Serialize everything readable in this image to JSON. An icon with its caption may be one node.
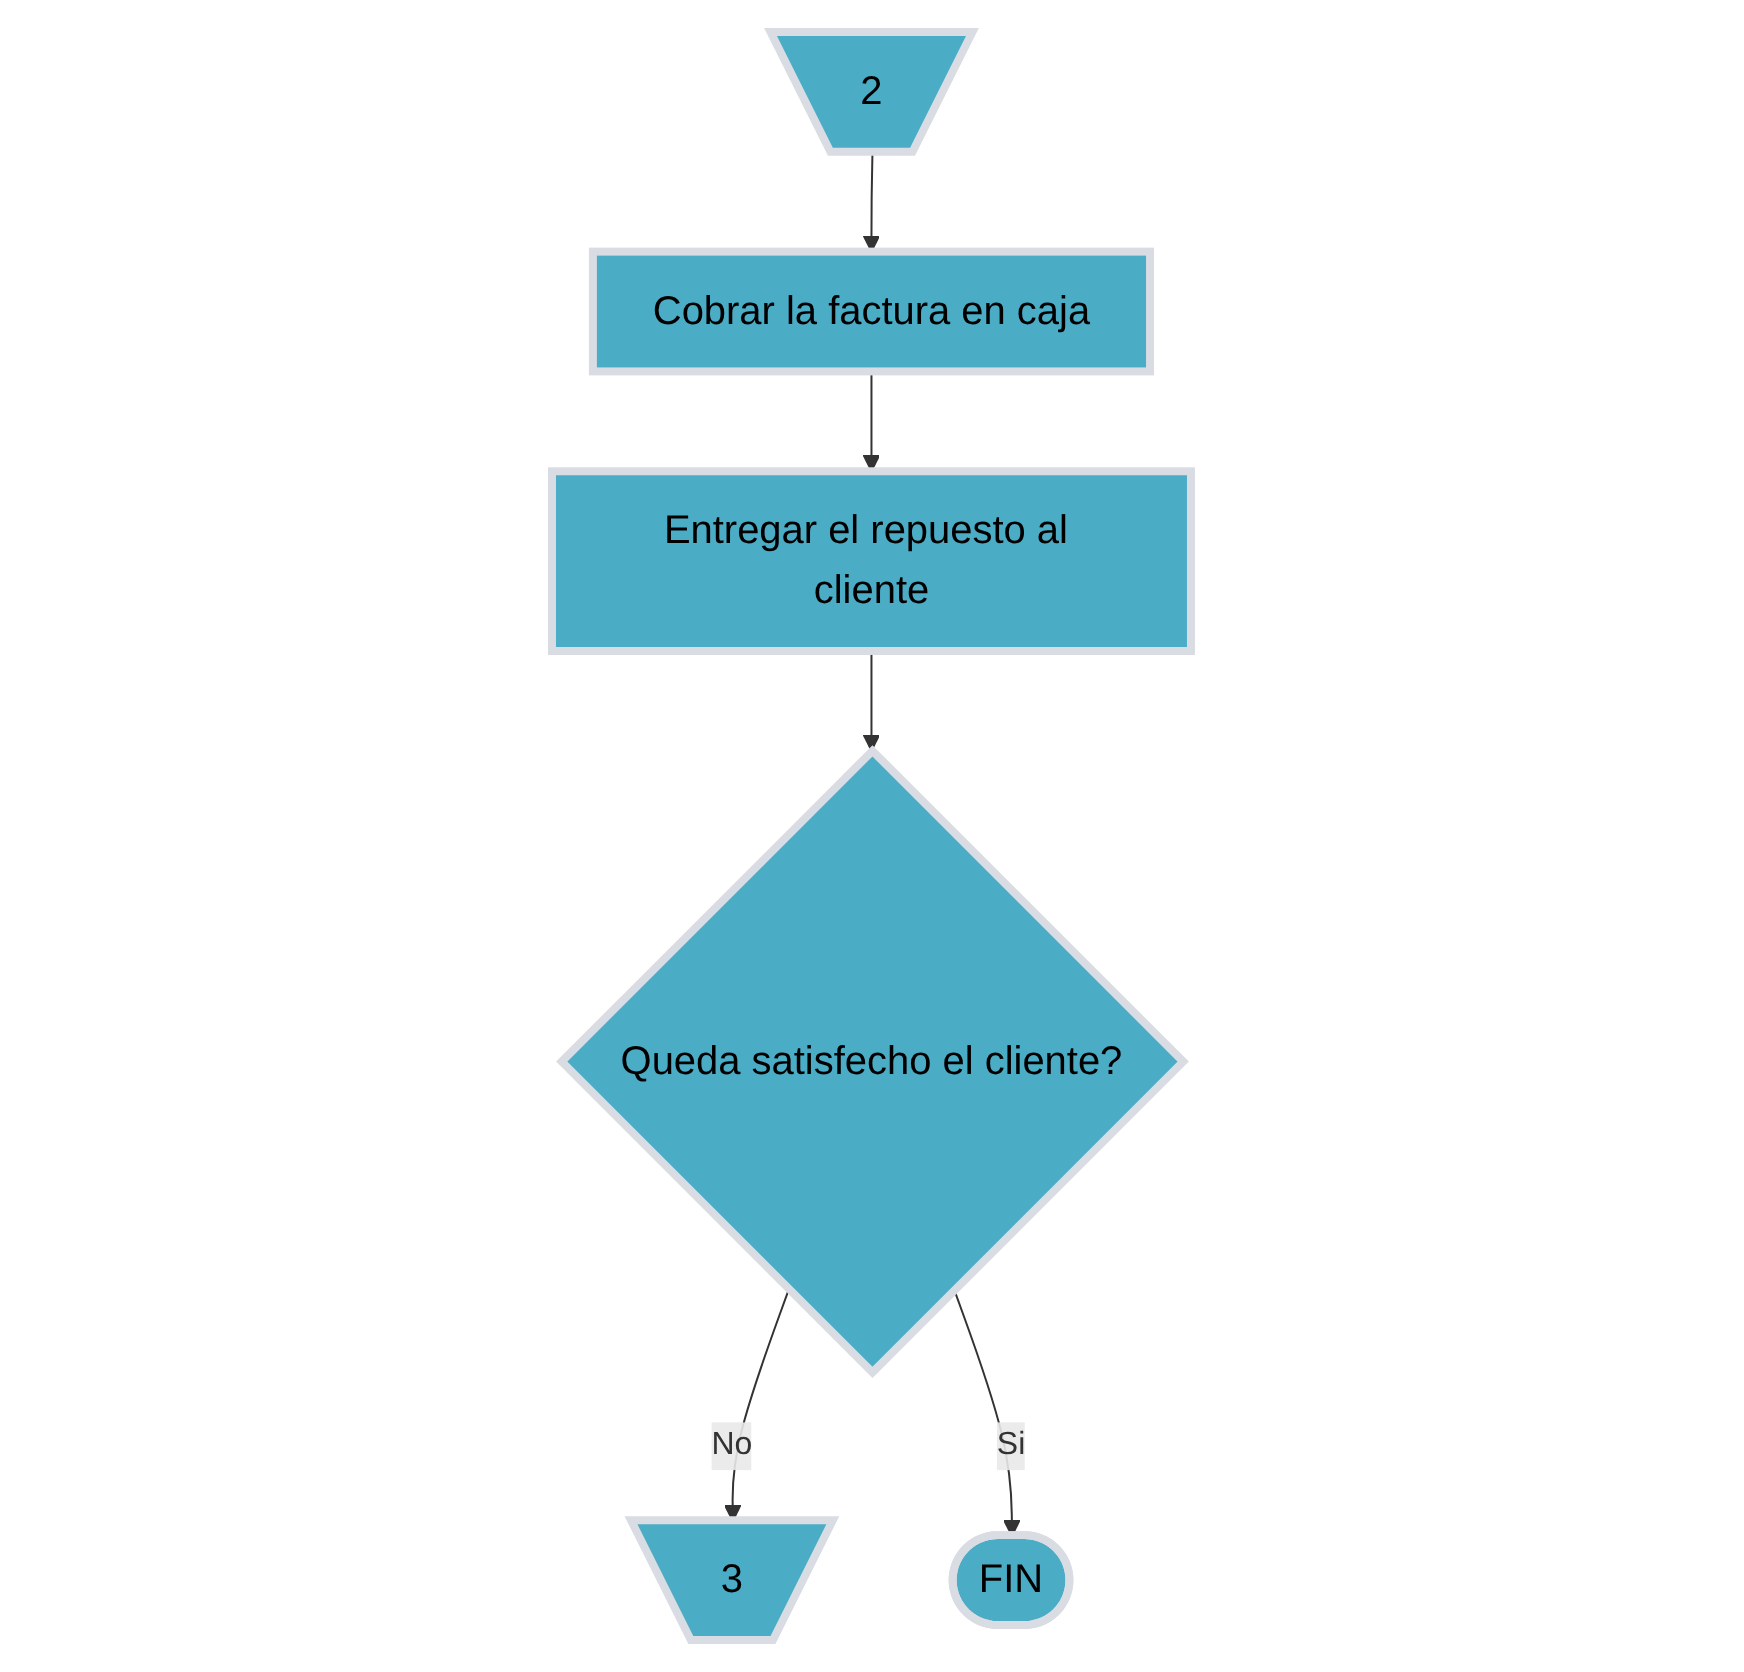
{
  "diagram": {
    "nodes": [
      {
        "text": [
          "2"
        ]
      },
      {
        "text": [
          "Cobrar la factura en caja"
        ]
      },
      {
        "text": [
          "Entregar el repuesto al cliente"
        ]
      },
      {
        "text": [
          "Queda satisfecho el cliente?"
        ]
      },
      {
        "text": [
          "3"
        ]
      },
      {
        "text": [
          "FIN"
        ]
      }
    ],
    "edges": [
      {
        "from": 0,
        "to": 1,
        "arrow": "to"
      },
      {
        "from": 1,
        "to": 2,
        "arrow": "to"
      },
      {
        "from": 2,
        "to": 3,
        "arrow": "to"
      },
      {
        "from": 3,
        "to": 4,
        "arrow": "to",
        "label": "No"
      },
      {
        "from": 3,
        "to": 5,
        "arrow": "to",
        "label": "Si"
      }
    ]
  }
}
